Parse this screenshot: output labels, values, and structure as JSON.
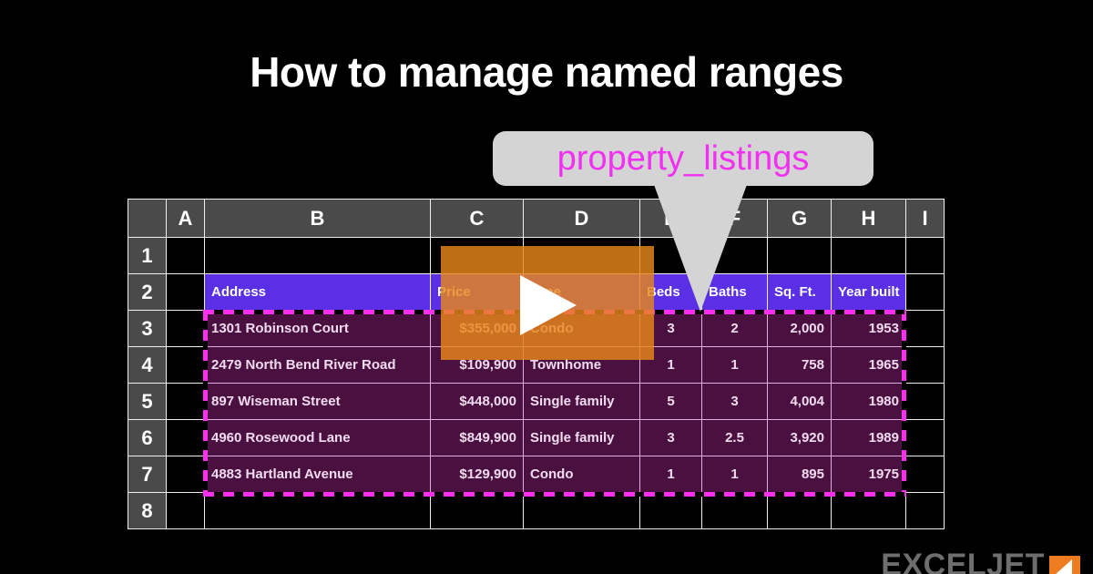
{
  "title": "How to manage named ranges",
  "callout": {
    "label": "property_listings",
    "icon": "callout-pointer"
  },
  "colors": {
    "background": "#000000",
    "title_text": "#ffffff",
    "callout_bg": "#d4d4d4",
    "callout_text": "#f22ff2",
    "header_row_bg": "#5a2fe6",
    "data_row_bg": "#4a1140",
    "selection_border": "#ff2ff0",
    "play_overlay": "#e8861a",
    "column_header_bg": "#4a4a4a",
    "logo_orange": "#ee7d22",
    "logo_gray": "#6e6e6e"
  },
  "spreadsheet": {
    "column_headers": [
      "A",
      "B",
      "C",
      "D",
      "E",
      "F",
      "G",
      "H",
      "I"
    ],
    "row_headers": [
      "1",
      "2",
      "3",
      "4",
      "5",
      "6",
      "7",
      "8"
    ],
    "table_headers": {
      "address": "Address",
      "price": "Price",
      "type": "Type",
      "beds": "Beds",
      "baths": "Baths",
      "sqft": "Sq. Ft.",
      "year": "Year built"
    },
    "rows": [
      {
        "address": "1301 Robinson Court",
        "price": "$355,000",
        "type": "Condo",
        "beds": "3",
        "baths": "2",
        "sqft": "2,000",
        "year": "1953"
      },
      {
        "address": "2479 North Bend River Road",
        "price": "$109,900",
        "type": "Townhome",
        "beds": "1",
        "baths": "1",
        "sqft": "758",
        "year": "1965"
      },
      {
        "address": "897 Wiseman Street",
        "price": "$448,000",
        "type": "Single family",
        "beds": "5",
        "baths": "3",
        "sqft": "4,004",
        "year": "1980"
      },
      {
        "address": "4960 Rosewood Lane",
        "price": "$849,900",
        "type": "Single family",
        "beds": "3",
        "baths": "2.5",
        "sqft": "3,920",
        "year": "1989"
      },
      {
        "address": "4883 Hartland Avenue",
        "price": "$129,900",
        "type": "Condo",
        "beds": "1",
        "baths": "1",
        "sqft": "895",
        "year": "1975"
      }
    ]
  },
  "play_button": {
    "icon": "play-triangle-icon"
  },
  "logo": {
    "text": "EXCELJET",
    "mark": "exceljet-arrow-mark"
  }
}
